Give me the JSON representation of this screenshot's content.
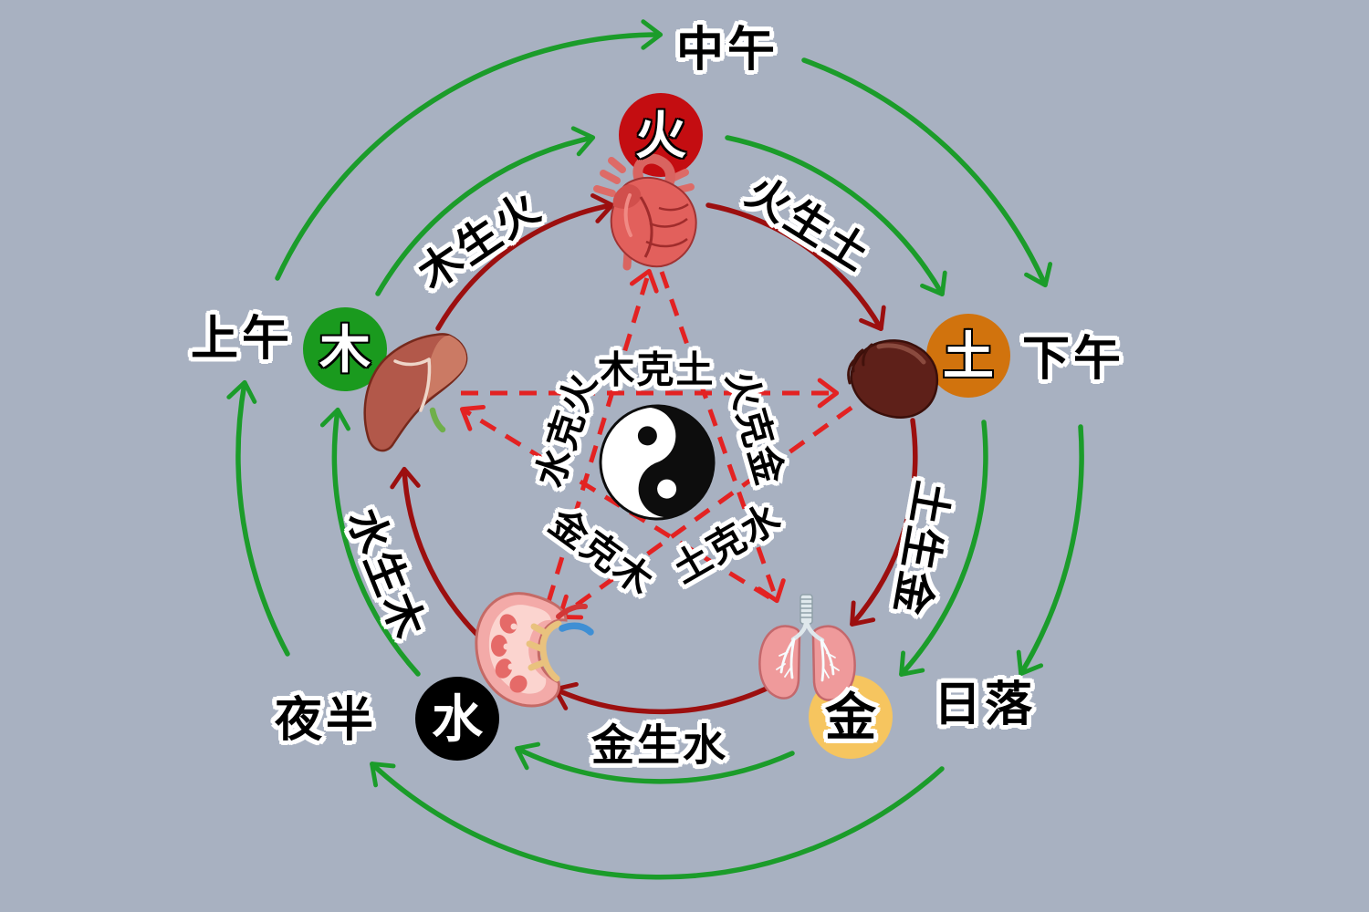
{
  "colors": {
    "background": "#a8b1c1",
    "outer_cycle_green": "#1b9c2a",
    "generating_cycle_red": "#9c0f0f",
    "overcoming_dashed_red": "#e32222",
    "fire_circle": "#c40d11",
    "wood_circle": "#1a9a1e",
    "earth_circle": "#d1730d",
    "metal_circle": "#f6c55f",
    "water_circle": "#000000"
  },
  "center_symbol": "yin-yang-icon",
  "elements": {
    "fire": {
      "char": "火",
      "organ": "heart-icon",
      "time": "中午"
    },
    "earth": {
      "char": "土",
      "organ": "spleen-icon",
      "time": "下午"
    },
    "metal": {
      "char": "金",
      "organ": "lungs-icon",
      "time": "日落"
    },
    "water": {
      "char": "水",
      "organ": "kidney-icon",
      "time": "夜半"
    },
    "wood": {
      "char": "木",
      "organ": "liver-icon",
      "time": "上午"
    }
  },
  "time_labels": {
    "noon": "中午",
    "afternoon": "下午",
    "sunset": "日落",
    "midnight": "夜半",
    "morning": "上午"
  },
  "generating_labels": {
    "wood_fire": "木生火",
    "fire_earth": "火生土",
    "earth_metal": "土生金",
    "metal_water": "金生水",
    "water_wood": "水生木"
  },
  "overcoming_labels": {
    "wood_earth": "木克土",
    "fire_metal": "火克金",
    "earth_water": "土克水",
    "metal_wood": "金克木",
    "water_fire": "水克火"
  }
}
